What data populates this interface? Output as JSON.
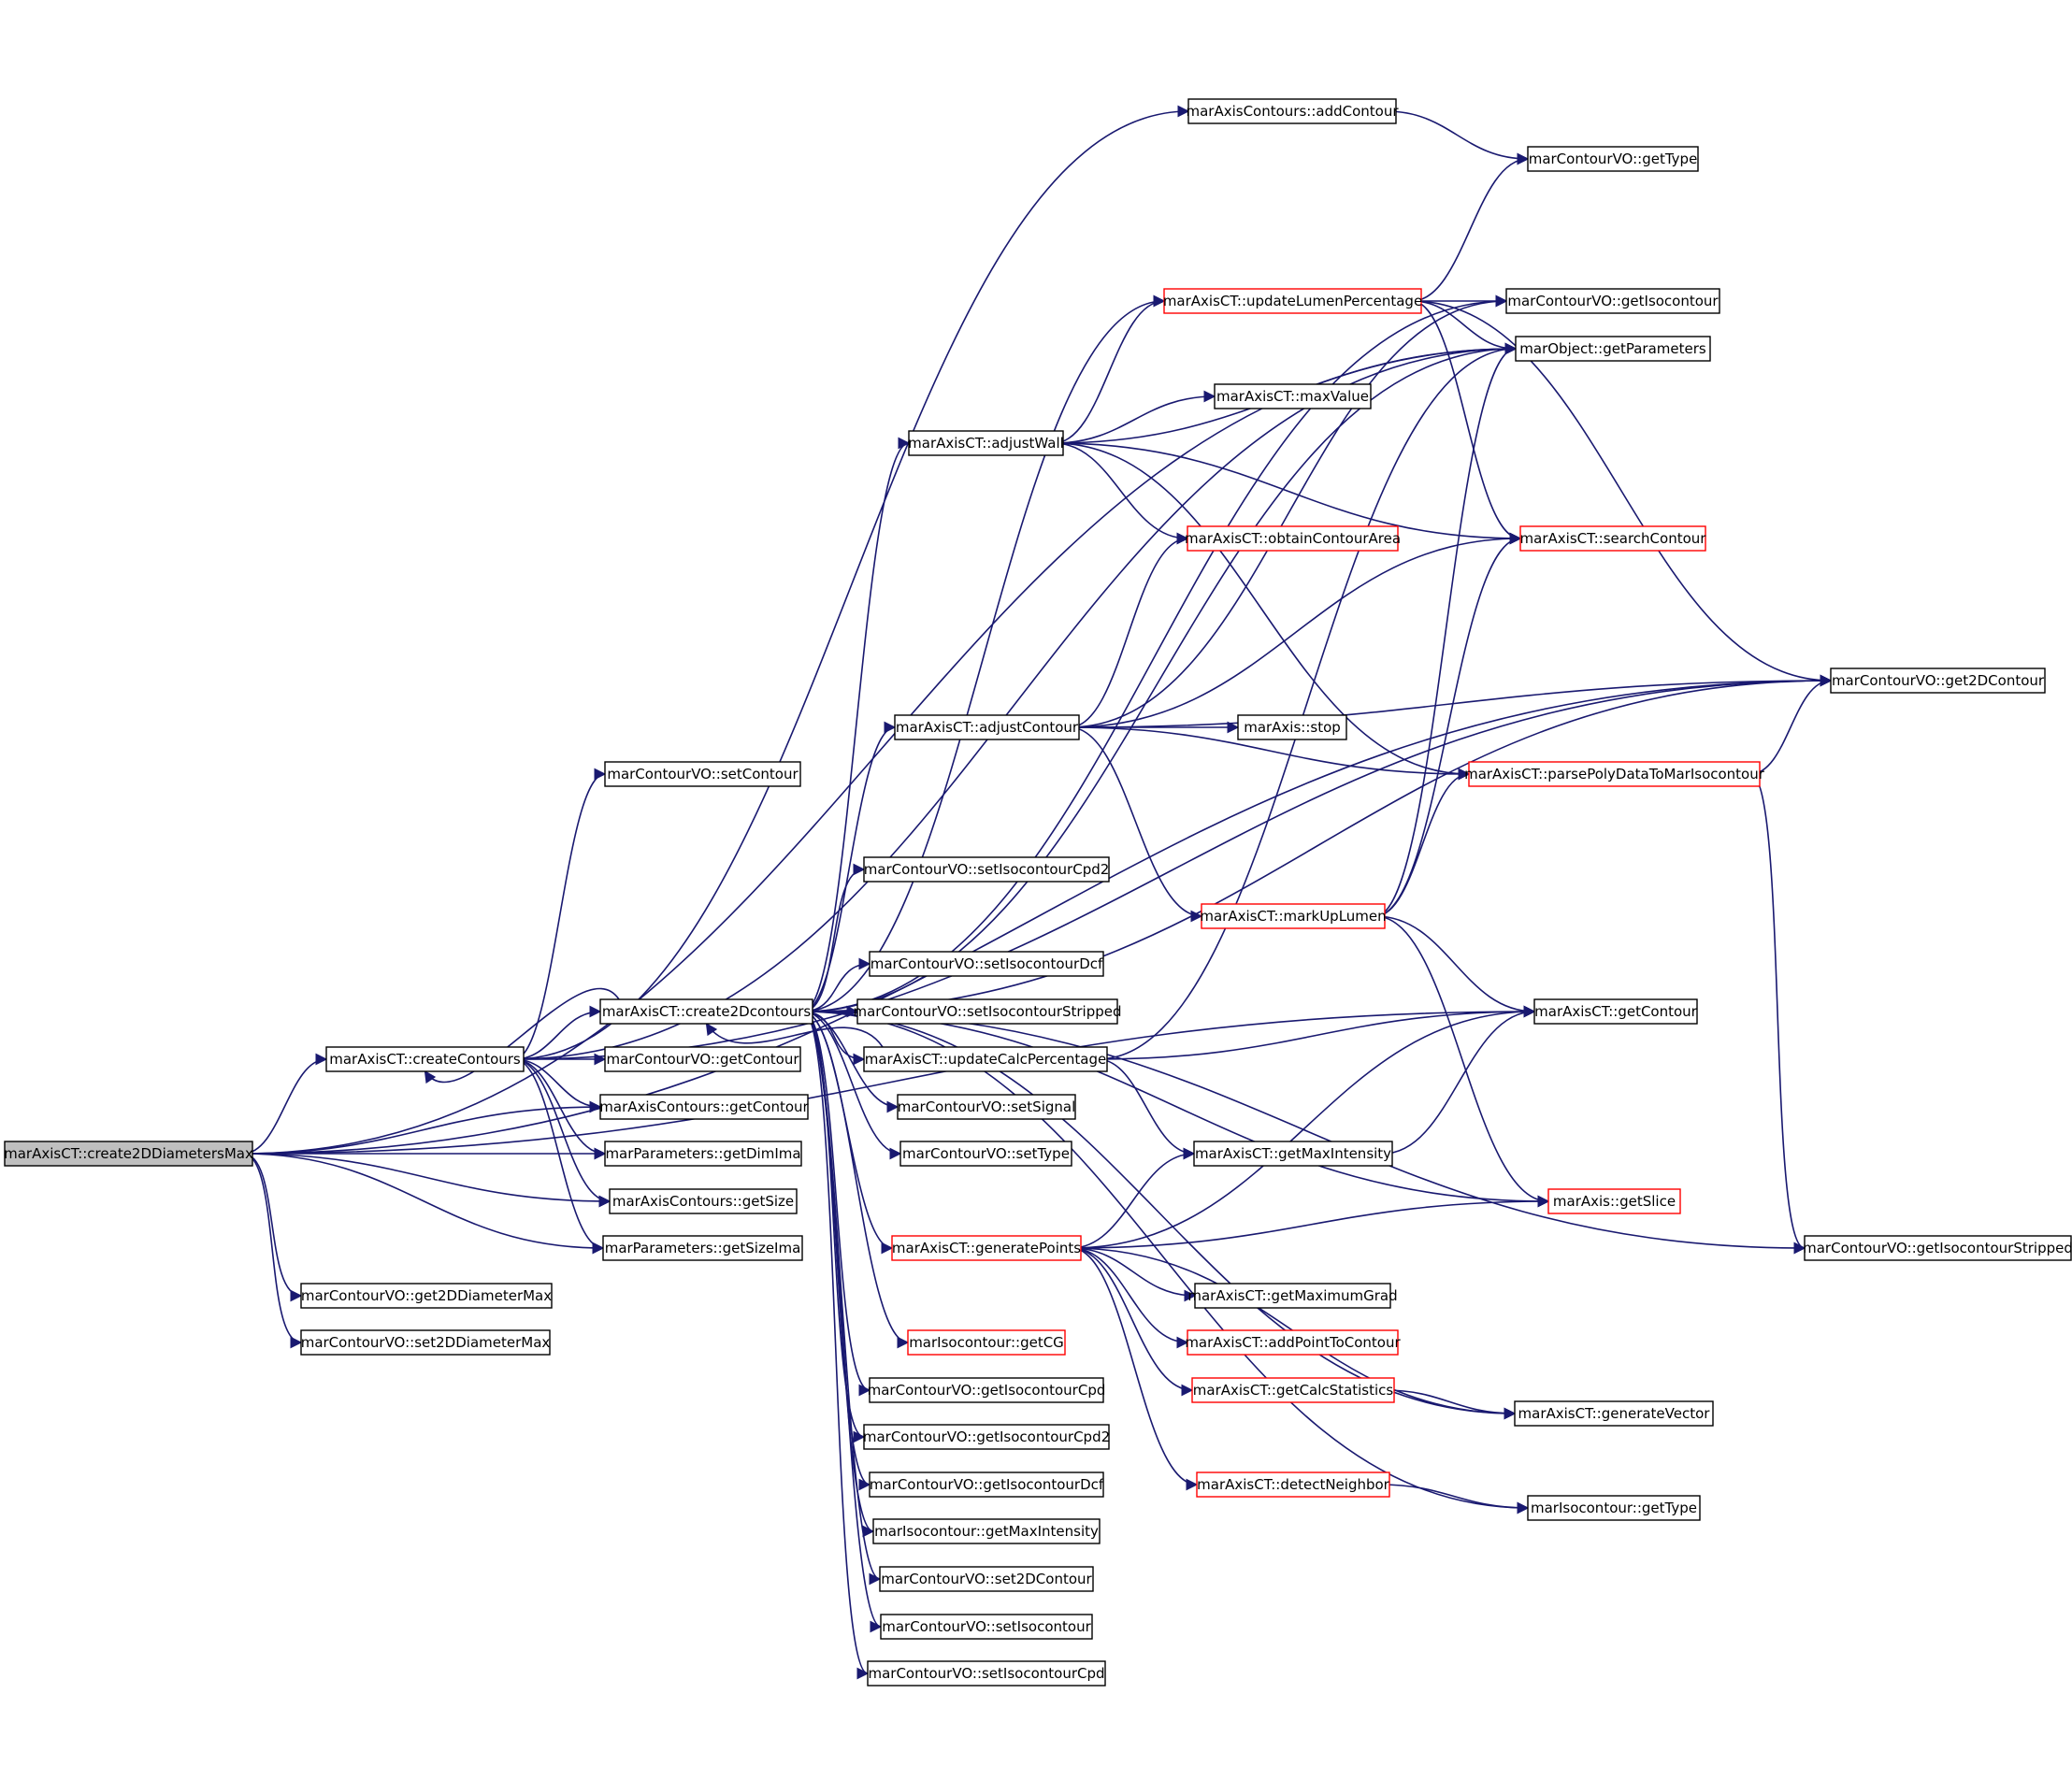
{
  "colors": {
    "edge": "#191970",
    "box_border_normal": "#000000",
    "box_border_truncated": "#ff0000",
    "root_fill": "#bfbfbf",
    "box_fill": "#ffffff"
  },
  "nodes": [
    {
      "id": "n_create2DDiametersMax",
      "label": "marAxisCT::create2DDiametersMax",
      "style": "root"
    },
    {
      "id": "n_createContours",
      "label": "marAxisCT::createContours",
      "style": "normal"
    },
    {
      "id": "n_get2DDiameterMax",
      "label": "marContourVO::get2DDiameterMax",
      "style": "normal"
    },
    {
      "id": "n_set2DDiameterMax",
      "label": "marContourVO::set2DDiameterMax",
      "style": "normal"
    },
    {
      "id": "n_setContour",
      "label": "marContourVO::setContour",
      "style": "normal"
    },
    {
      "id": "n_create2Dcontours",
      "label": "marAxisCT::create2Dcontours",
      "style": "normal"
    },
    {
      "id": "n_vo_getContour",
      "label": "marContourVO::getContour",
      "style": "normal"
    },
    {
      "id": "n_ac_getContour",
      "label": "marAxisContours::getContour",
      "style": "normal"
    },
    {
      "id": "n_getDimIma",
      "label": "marParameters::getDimIma",
      "style": "normal"
    },
    {
      "id": "n_ac_getSize",
      "label": "marAxisContours::getSize",
      "style": "normal"
    },
    {
      "id": "n_getSizeIma",
      "label": "marParameters::getSizeIma",
      "style": "normal"
    },
    {
      "id": "n_addContour",
      "label": "marAxisContours::addContour",
      "style": "normal"
    },
    {
      "id": "n_vo_getType",
      "label": "marContourVO::getType",
      "style": "normal"
    },
    {
      "id": "n_updateLumen",
      "label": "marAxisCT::updateLumenPercentage",
      "style": "truncated"
    },
    {
      "id": "n_getIsocontour",
      "label": "marContourVO::getIsocontour",
      "style": "normal"
    },
    {
      "id": "n_getParameters",
      "label": "marObject::getParameters",
      "style": "normal"
    },
    {
      "id": "n_maxValue",
      "label": "marAxisCT::maxValue",
      "style": "normal"
    },
    {
      "id": "n_adjustWall",
      "label": "marAxisCT::adjustWall",
      "style": "normal"
    },
    {
      "id": "n_obtainArea",
      "label": "marAxisCT::obtainContourArea",
      "style": "truncated"
    },
    {
      "id": "n_searchContour",
      "label": "marAxisCT::searchContour",
      "style": "truncated"
    },
    {
      "id": "n_get2DContour",
      "label": "marContourVO::get2DContour",
      "style": "normal"
    },
    {
      "id": "n_adjustContour",
      "label": "marAxisCT::adjustContour",
      "style": "normal"
    },
    {
      "id": "n_stop",
      "label": "marAxis::stop",
      "style": "normal"
    },
    {
      "id": "n_parsePoly",
      "label": "marAxisCT::parsePolyDataToMarIsocontour",
      "style": "truncated"
    },
    {
      "id": "n_setIsoCpd2",
      "label": "marContourVO::setIsocontourCpd2",
      "style": "normal"
    },
    {
      "id": "n_markUpLumen",
      "label": "marAxisCT::markUpLumen",
      "style": "truncated"
    },
    {
      "id": "n_setIsoDcf",
      "label": "marContourVO::setIsocontourDcf",
      "style": "normal"
    },
    {
      "id": "n_setIsoStripped",
      "label": "marContourVO::setIsocontourStripped",
      "style": "normal"
    },
    {
      "id": "n_ct_getContour",
      "label": "marAxisCT::getContour",
      "style": "normal"
    },
    {
      "id": "n_updateCalc",
      "label": "marAxisCT::updateCalcPercentage",
      "style": "normal"
    },
    {
      "id": "n_setSignal",
      "label": "marContourVO::setSignal",
      "style": "normal"
    },
    {
      "id": "n_setType",
      "label": "marContourVO::setType",
      "style": "normal"
    },
    {
      "id": "n_getMaxIntensity",
      "label": "marAxisCT::getMaxIntensity",
      "style": "normal"
    },
    {
      "id": "n_getSlice",
      "label": "marAxis::getSlice",
      "style": "truncated"
    },
    {
      "id": "n_generatePoints",
      "label": "marAxisCT::generatePoints",
      "style": "truncated"
    },
    {
      "id": "n_getIsoStripped",
      "label": "marContourVO::getIsocontourStripped",
      "style": "normal"
    },
    {
      "id": "n_getMaximumGrad",
      "label": "marAxisCT::getMaximumGrad",
      "style": "normal"
    },
    {
      "id": "n_getCG",
      "label": "marIsocontour::getCG",
      "style": "truncated"
    },
    {
      "id": "n_addPoint",
      "label": "marAxisCT::addPointToContour",
      "style": "truncated"
    },
    {
      "id": "n_getIsoCpd",
      "label": "marContourVO::getIsocontourCpd",
      "style": "normal"
    },
    {
      "id": "n_getCalcStats",
      "label": "marAxisCT::getCalcStatistics",
      "style": "truncated"
    },
    {
      "id": "n_generateVector",
      "label": "marAxisCT::generateVector",
      "style": "normal"
    },
    {
      "id": "n_getIsoCpd2",
      "label": "marContourVO::getIsocontourCpd2",
      "style": "normal"
    },
    {
      "id": "n_getIsoDcf",
      "label": "marContourVO::getIsocontourDcf",
      "style": "normal"
    },
    {
      "id": "n_detectNeighbor",
      "label": "marAxisCT::detectNeighbor",
      "style": "truncated"
    },
    {
      "id": "n_iso_getType",
      "label": "marIsocontour::getType",
      "style": "normal"
    },
    {
      "id": "n_iso_getMaxIntensity",
      "label": "marIsocontour::getMaxIntensity",
      "style": "normal"
    },
    {
      "id": "n_set2DContour",
      "label": "marContourVO::set2DContour",
      "style": "normal"
    },
    {
      "id": "n_setIsocontour",
      "label": "marContourVO::setIsocontour",
      "style": "normal"
    },
    {
      "id": "n_setIsoCpd",
      "label": "marContourVO::setIsocontourCpd",
      "style": "normal"
    }
  ],
  "edges": [
    [
      "n_create2DDiametersMax",
      "n_createContours"
    ],
    [
      "n_create2DDiametersMax",
      "n_ac_getContour"
    ],
    [
      "n_create2DDiametersMax",
      "n_getDimIma"
    ],
    [
      "n_create2DDiametersMax",
      "n_ac_getSize"
    ],
    [
      "n_create2DDiametersMax",
      "n_getSizeIma"
    ],
    [
      "n_create2DDiametersMax",
      "n_get2DDiameterMax"
    ],
    [
      "n_create2DDiametersMax",
      "n_set2DDiameterMax"
    ],
    [
      "n_create2DDiametersMax",
      "n_get2DContour"
    ],
    [
      "n_create2DDiametersMax",
      "n_getParameters"
    ],
    [
      "n_create2DDiametersMax",
      "n_ct_getContour"
    ],
    [
      "n_createContours",
      "n_create2Dcontours"
    ],
    [
      "n_createContours",
      "n_vo_getContour"
    ],
    [
      "n_createContours",
      "n_ac_getContour"
    ],
    [
      "n_createContours",
      "n_getDimIma"
    ],
    [
      "n_createContours",
      "n_ac_getSize"
    ],
    [
      "n_createContours",
      "n_getSizeIma"
    ],
    [
      "n_createContours",
      "n_setContour"
    ],
    [
      "n_createContours",
      "n_addContour"
    ],
    [
      "n_createContours",
      "n_getParameters"
    ],
    [
      "n_createContours",
      "n_get2DContour"
    ],
    [
      "n_create2Dcontours",
      "n_updateLumen"
    ],
    [
      "n_create2Dcontours",
      "n_adjustWall"
    ],
    [
      "n_create2Dcontours",
      "n_adjustContour"
    ],
    [
      "n_create2Dcontours",
      "n_setIsoCpd2"
    ],
    [
      "n_create2Dcontours",
      "n_setIsoDcf"
    ],
    [
      "n_create2Dcontours",
      "n_setIsoStripped"
    ],
    [
      "n_create2Dcontours",
      "n_updateCalc"
    ],
    [
      "n_create2Dcontours",
      "n_setSignal"
    ],
    [
      "n_create2Dcontours",
      "n_setType"
    ],
    [
      "n_create2Dcontours",
      "n_generatePoints"
    ],
    [
      "n_create2Dcontours",
      "n_getCG"
    ],
    [
      "n_create2Dcontours",
      "n_getIsoCpd"
    ],
    [
      "n_create2Dcontours",
      "n_getIsoCpd2"
    ],
    [
      "n_create2Dcontours",
      "n_getIsoDcf"
    ],
    [
      "n_create2Dcontours",
      "n_iso_getMaxIntensity"
    ],
    [
      "n_create2Dcontours",
      "n_set2DContour"
    ],
    [
      "n_create2Dcontours",
      "n_setIsocontour"
    ],
    [
      "n_create2Dcontours",
      "n_setIsoCpd"
    ],
    [
      "n_create2Dcontours",
      "n_getIsocontour"
    ],
    [
      "n_create2Dcontours",
      "n_getParameters"
    ],
    [
      "n_create2Dcontours",
      "n_getSlice"
    ],
    [
      "n_create2Dcontours",
      "n_getIsoStripped"
    ],
    [
      "n_create2Dcontours",
      "n_generateVector"
    ],
    [
      "n_create2Dcontours",
      "n_iso_getType"
    ],
    [
      "n_create2Dcontours",
      "n_createContours"
    ],
    [
      "n_create2Dcontours",
      "n_get2DContour"
    ],
    [
      "n_addContour",
      "n_vo_getType"
    ],
    [
      "n_updateLumen",
      "n_getIsocontour"
    ],
    [
      "n_updateLumen",
      "n_getParameters"
    ],
    [
      "n_updateLumen",
      "n_vo_getType"
    ],
    [
      "n_updateLumen",
      "n_searchContour"
    ],
    [
      "n_updateLumen",
      "n_get2DContour"
    ],
    [
      "n_adjustWall",
      "n_updateLumen"
    ],
    [
      "n_adjustWall",
      "n_maxValue"
    ],
    [
      "n_adjustWall",
      "n_getParameters"
    ],
    [
      "n_adjustWall",
      "n_obtainArea"
    ],
    [
      "n_adjustWall",
      "n_searchContour"
    ],
    [
      "n_adjustWall",
      "n_parsePoly"
    ],
    [
      "n_adjustContour",
      "n_obtainArea"
    ],
    [
      "n_adjustContour",
      "n_searchContour"
    ],
    [
      "n_adjustContour",
      "n_get2DContour"
    ],
    [
      "n_adjustContour",
      "n_stop"
    ],
    [
      "n_adjustContour",
      "n_parsePoly"
    ],
    [
      "n_adjustContour",
      "n_markUpLumen"
    ],
    [
      "n_adjustContour",
      "n_getIsocontour"
    ],
    [
      "n_parsePoly",
      "n_get2DContour"
    ],
    [
      "n_parsePoly",
      "n_getIsoStripped"
    ],
    [
      "n_markUpLumen",
      "n_parsePoly"
    ],
    [
      "n_markUpLumen",
      "n_searchContour"
    ],
    [
      "n_markUpLumen",
      "n_getParameters"
    ],
    [
      "n_markUpLumen",
      "n_ct_getContour"
    ],
    [
      "n_markUpLumen",
      "n_getSlice"
    ],
    [
      "n_updateCalc",
      "n_create2Dcontours"
    ],
    [
      "n_updateCalc",
      "n_ct_getContour"
    ],
    [
      "n_updateCalc",
      "n_getMaxIntensity"
    ],
    [
      "n_updateCalc",
      "n_getParameters"
    ],
    [
      "n_getMaxIntensity",
      "n_ct_getContour"
    ],
    [
      "n_generatePoints",
      "n_getMaxIntensity"
    ],
    [
      "n_generatePoints",
      "n_getSlice"
    ],
    [
      "n_generatePoints",
      "n_getMaximumGrad"
    ],
    [
      "n_generatePoints",
      "n_addPoint"
    ],
    [
      "n_generatePoints",
      "n_getCalcStats"
    ],
    [
      "n_generatePoints",
      "n_detectNeighbor"
    ],
    [
      "n_generatePoints",
      "n_generateVector"
    ],
    [
      "n_generatePoints",
      "n_ct_getContour"
    ],
    [
      "n_getCalcStats",
      "n_generateVector"
    ],
    [
      "n_detectNeighbor",
      "n_iso_getType"
    ]
  ]
}
